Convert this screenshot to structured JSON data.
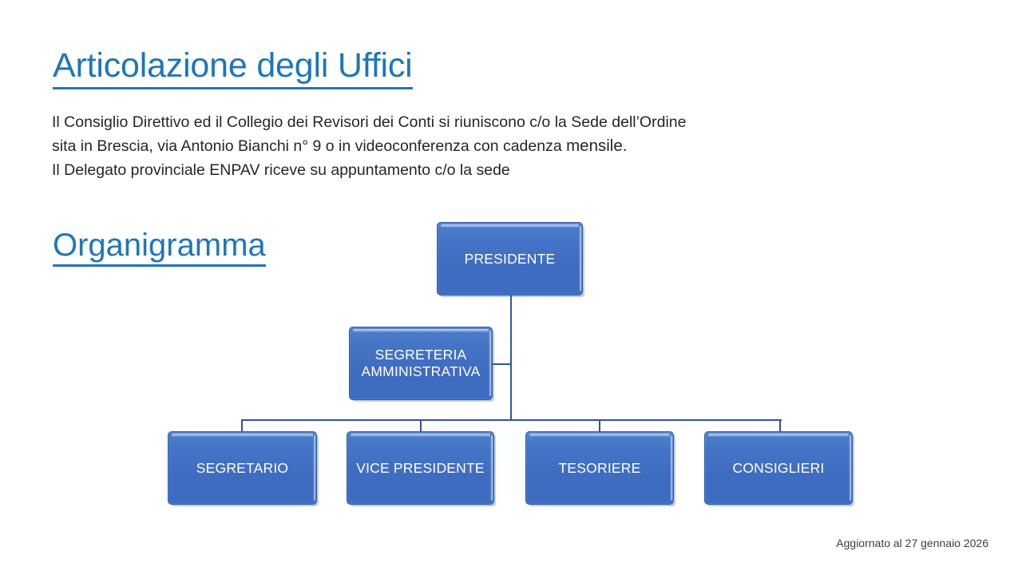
{
  "slide": {
    "title": "Articolazione degli Uffici",
    "section_title": "Organigramma",
    "body_lines": [
      "Il Consiglio Direttivo ed il Collegio dei Revisori dei Conti si riuniscono c/o la Sede dell’Ordine",
      "sita in Brescia, via Antonio Bianchi n° 9 o in videoconferenza con cadenza ",
      "Il Delegato provinciale ENPAV riceve su appuntamento c/o la sede"
    ],
    "body_emphasis": "mensile.",
    "footer": "Aggiornato al 27 gennaio 2026"
  },
  "colors": {
    "heading_blue": "#1F76B8",
    "node_fill_top": "#4F80CE",
    "node_fill_bottom": "#3D6CC1",
    "node_border": "#2E5BA6",
    "connector": "#2F5597",
    "node_text": "#FFFFFF",
    "body_text": "#262626"
  },
  "org_chart": {
    "type": "hierarchy",
    "root": "PRESIDENTE",
    "nodes": [
      {
        "id": "presidente",
        "label": "PRESIDENTE",
        "level": 0
      },
      {
        "id": "segreteria",
        "label": "SEGRETERIA AMMINISTRATIVA",
        "label_line1": "SEGRETERIA",
        "label_line2": "AMMINISTRATIVA",
        "level": 1
      },
      {
        "id": "segretario",
        "label": "SEGRETARIO",
        "level": 2
      },
      {
        "id": "vice-presidente",
        "label": "VICE PRESIDENTE",
        "level": 2
      },
      {
        "id": "tesoriere",
        "label": "TESORIERE",
        "level": 2
      },
      {
        "id": "consiglieri",
        "label": "CONSIGLIERI",
        "level": 2
      }
    ],
    "edges": [
      {
        "from": "presidente",
        "to": "segreteria"
      },
      {
        "from": "presidente",
        "to": "segretario"
      },
      {
        "from": "presidente",
        "to": "vice-presidente"
      },
      {
        "from": "presidente",
        "to": "tesoriere"
      },
      {
        "from": "presidente",
        "to": "consiglieri"
      }
    ]
  }
}
